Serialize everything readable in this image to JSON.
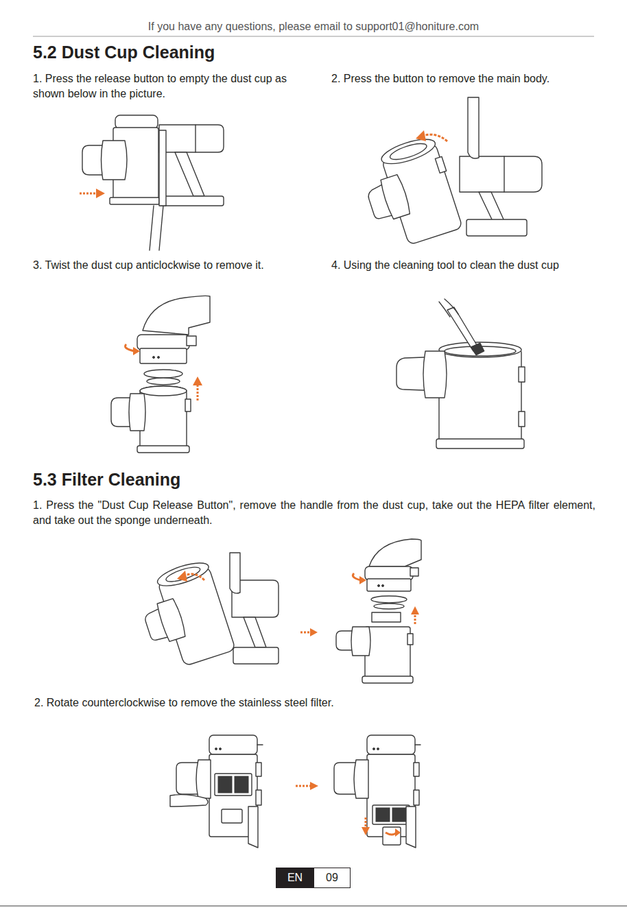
{
  "diagram": {
    "nodes": [
      {
        "text": [
          "EN"
        ]
      },
      {
        "text": [
          "09"
        ]
      }
    ],
    "labels": [
      "If you have any questions, please email to support01@honiture.com",
      "5.2 Dust Cup Cleaning",
      "1. Press the release button to empty the dust cup as shown below in the picture.",
      "2. Press the button to remove the main body.",
      "3. Twist the dust cup anticlockwise to remove it.",
      "4. Using the cleaning tool to clean the dust cup",
      "5.3 Filter Cleaning",
      "1. Press the \"Dust Cup Release Button\", remove the handle from the dust cup, take out the HEPA filter element, and take out the sponge underneath.",
      "2. Rotate counterclockwise to remove the stainless steel filter."
    ]
  }
}
